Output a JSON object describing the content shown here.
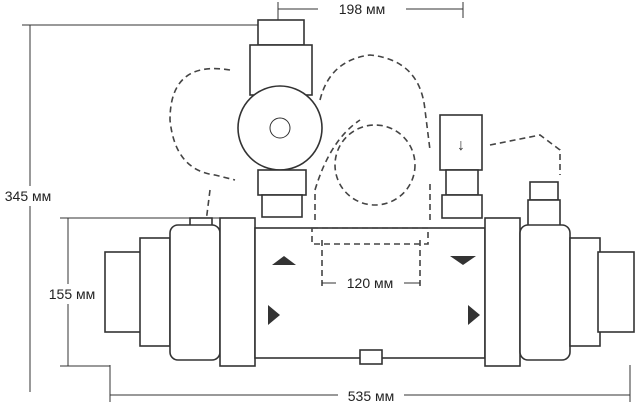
{
  "dimensions": {
    "top_width": "198 мм",
    "total_height": "345 мм",
    "body_height": "155 мм",
    "mount_spacing": "120 мм",
    "total_length": "535 мм"
  },
  "colors": {
    "line": "#333333",
    "background": "#ffffff"
  }
}
